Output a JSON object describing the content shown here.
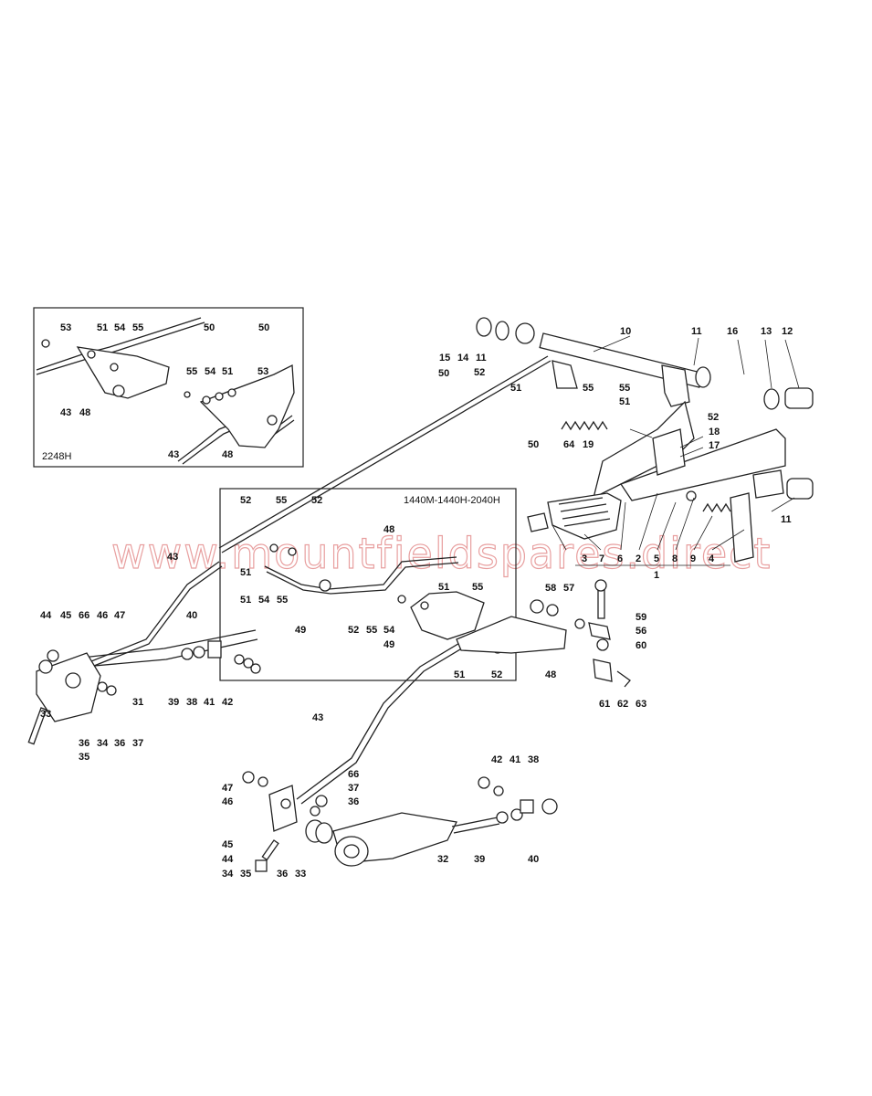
{
  "diagram": {
    "watermark": "www.mountfieldspares.direct",
    "insets": {
      "top_left_model": "2248H",
      "center_model": "1440M-1440H-2040H"
    },
    "part_labels": [
      {
        "id": "l10",
        "text": "10"
      },
      {
        "id": "l11a",
        "text": "11"
      },
      {
        "id": "l16",
        "text": "16"
      },
      {
        "id": "l13",
        "text": "13"
      },
      {
        "id": "l12",
        "text": "12"
      },
      {
        "id": "l15",
        "text": "15"
      },
      {
        "id": "l14",
        "text": "14"
      },
      {
        "id": "l11b",
        "text": "11"
      },
      {
        "id": "l50a",
        "text": "50"
      },
      {
        "id": "l52a",
        "text": "52"
      },
      {
        "id": "l51a",
        "text": "51"
      },
      {
        "id": "l55a",
        "text": "55"
      },
      {
        "id": "l55b",
        "text": "55"
      },
      {
        "id": "l51b",
        "text": "51"
      },
      {
        "id": "l52b",
        "text": "52"
      },
      {
        "id": "l64",
        "text": "64"
      },
      {
        "id": "l19",
        "text": "19"
      },
      {
        "id": "l18",
        "text": "18"
      },
      {
        "id": "l17",
        "text": "17"
      },
      {
        "id": "l50b",
        "text": "50"
      },
      {
        "id": "l11c",
        "text": "11"
      },
      {
        "id": "l3",
        "text": "3"
      },
      {
        "id": "l7",
        "text": "7"
      },
      {
        "id": "l6",
        "text": "6"
      },
      {
        "id": "l2",
        "text": "2"
      },
      {
        "id": "l5",
        "text": "5"
      },
      {
        "id": "l8",
        "text": "8"
      },
      {
        "id": "l9",
        "text": "9"
      },
      {
        "id": "l4",
        "text": "4"
      },
      {
        "id": "l1",
        "text": "1"
      },
      {
        "id": "i53a",
        "text": "53"
      },
      {
        "id": "i51a",
        "text": "51"
      },
      {
        "id": "i54a",
        "text": "54"
      },
      {
        "id": "i55a",
        "text": "55"
      },
      {
        "id": "i50a",
        "text": "50"
      },
      {
        "id": "i50b",
        "text": "50"
      },
      {
        "id": "i55b",
        "text": "55"
      },
      {
        "id": "i54b",
        "text": "54"
      },
      {
        "id": "i51b",
        "text": "51"
      },
      {
        "id": "i53b",
        "text": "53"
      },
      {
        "id": "i43a",
        "text": "43"
      },
      {
        "id": "i48a",
        "text": "48"
      },
      {
        "id": "i43b",
        "text": "43"
      },
      {
        "id": "i48b",
        "text": "48"
      },
      {
        "id": "c52a",
        "text": "52"
      },
      {
        "id": "c55a",
        "text": "55"
      },
      {
        "id": "c52b",
        "text": "52"
      },
      {
        "id": "c48a",
        "text": "48"
      },
      {
        "id": "c51a",
        "text": "51"
      },
      {
        "id": "c51b",
        "text": "51"
      },
      {
        "id": "c54a",
        "text": "54"
      },
      {
        "id": "c55b",
        "text": "55"
      },
      {
        "id": "c49a",
        "text": "49"
      },
      {
        "id": "c51c",
        "text": "51"
      },
      {
        "id": "c55c",
        "text": "55"
      },
      {
        "id": "c52c",
        "text": "52"
      },
      {
        "id": "c55d",
        "text": "55"
      },
      {
        "id": "c54b",
        "text": "54"
      },
      {
        "id": "c49b",
        "text": "49"
      },
      {
        "id": "c51d",
        "text": "51"
      },
      {
        "id": "c52d",
        "text": "52"
      },
      {
        "id": "l43a",
        "text": "43"
      },
      {
        "id": "l48",
        "text": "48"
      },
      {
        "id": "l58",
        "text": "58"
      },
      {
        "id": "l57",
        "text": "57"
      },
      {
        "id": "l59",
        "text": "59"
      },
      {
        "id": "l56",
        "text": "56"
      },
      {
        "id": "l60",
        "text": "60"
      },
      {
        "id": "l61",
        "text": "61"
      },
      {
        "id": "l62",
        "text": "62"
      },
      {
        "id": "l63",
        "text": "63"
      },
      {
        "id": "l44a",
        "text": "44"
      },
      {
        "id": "l45a",
        "text": "45"
      },
      {
        "id": "l66a",
        "text": "66"
      },
      {
        "id": "l46a",
        "text": "46"
      },
      {
        "id": "l47a",
        "text": "47"
      },
      {
        "id": "l40a",
        "text": "40"
      },
      {
        "id": "l33a",
        "text": "33"
      },
      {
        "id": "l31",
        "text": "31"
      },
      {
        "id": "l39a",
        "text": "39"
      },
      {
        "id": "l38a",
        "text": "38"
      },
      {
        "id": "l41a",
        "text": "41"
      },
      {
        "id": "l42a",
        "text": "42"
      },
      {
        "id": "l36a",
        "text": "36"
      },
      {
        "id": "l34a",
        "text": "34"
      },
      {
        "id": "l36b",
        "text": "36"
      },
      {
        "id": "l37a",
        "text": "37"
      },
      {
        "id": "l35a",
        "text": "35"
      },
      {
        "id": "l43b",
        "text": "43"
      },
      {
        "id": "l66b",
        "text": "66"
      },
      {
        "id": "l37b",
        "text": "37"
      },
      {
        "id": "l47b",
        "text": "47"
      },
      {
        "id": "l46b",
        "text": "46"
      },
      {
        "id": "l36c",
        "text": "36"
      },
      {
        "id": "l45b",
        "text": "45"
      },
      {
        "id": "l44b",
        "text": "44"
      },
      {
        "id": "l34b",
        "text": "34"
      },
      {
        "id": "l35b",
        "text": "35"
      },
      {
        "id": "l36d",
        "text": "36"
      },
      {
        "id": "l33b",
        "text": "33"
      },
      {
        "id": "l32",
        "text": "32"
      },
      {
        "id": "l42b",
        "text": "42"
      },
      {
        "id": "l41b",
        "text": "41"
      },
      {
        "id": "l38b",
        "text": "38"
      },
      {
        "id": "l39b",
        "text": "39"
      },
      {
        "id": "l40b",
        "text": "40"
      }
    ]
  }
}
